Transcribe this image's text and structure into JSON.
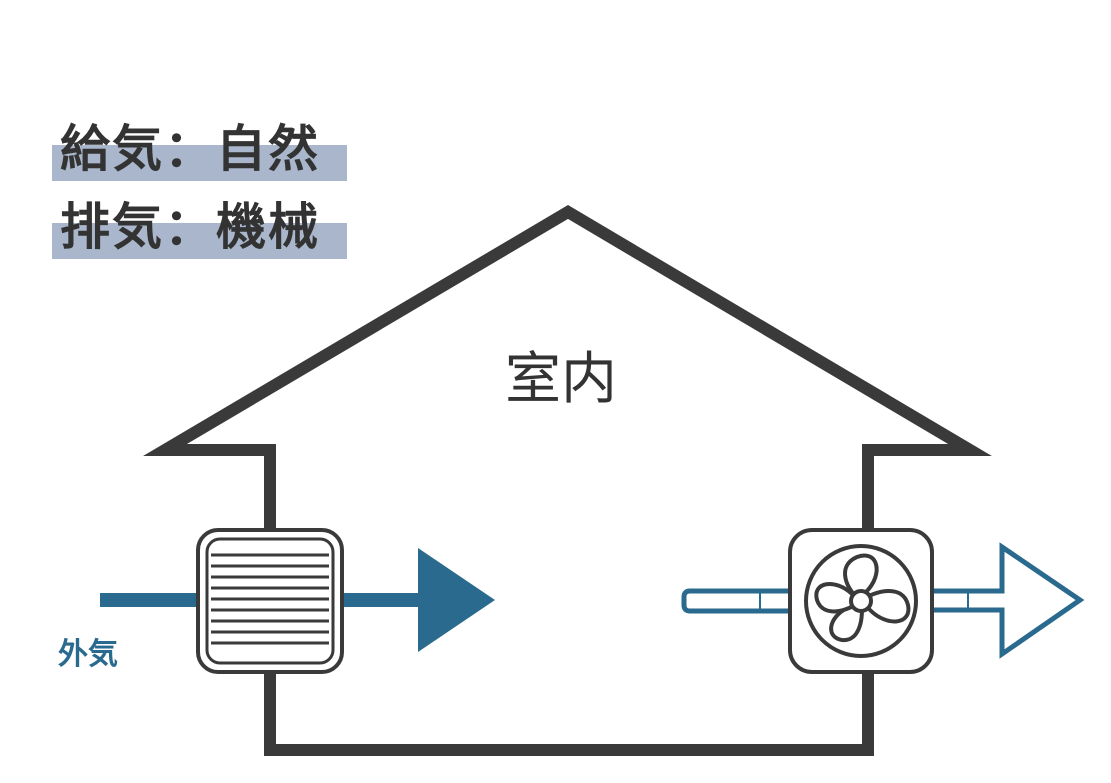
{
  "labels": {
    "supply": "給気：自然",
    "exhaust": "排気：機械",
    "room": "室内",
    "outside": "外気"
  },
  "colors": {
    "house_outline": "#3a3a3a",
    "airflow_blue": "#2a6a8e",
    "label_highlight": "#a9b6cb",
    "text_dark": "#333333"
  },
  "icons": {
    "supply_vent": "louver-vent-icon",
    "exhaust_fan": "fan-icon"
  }
}
